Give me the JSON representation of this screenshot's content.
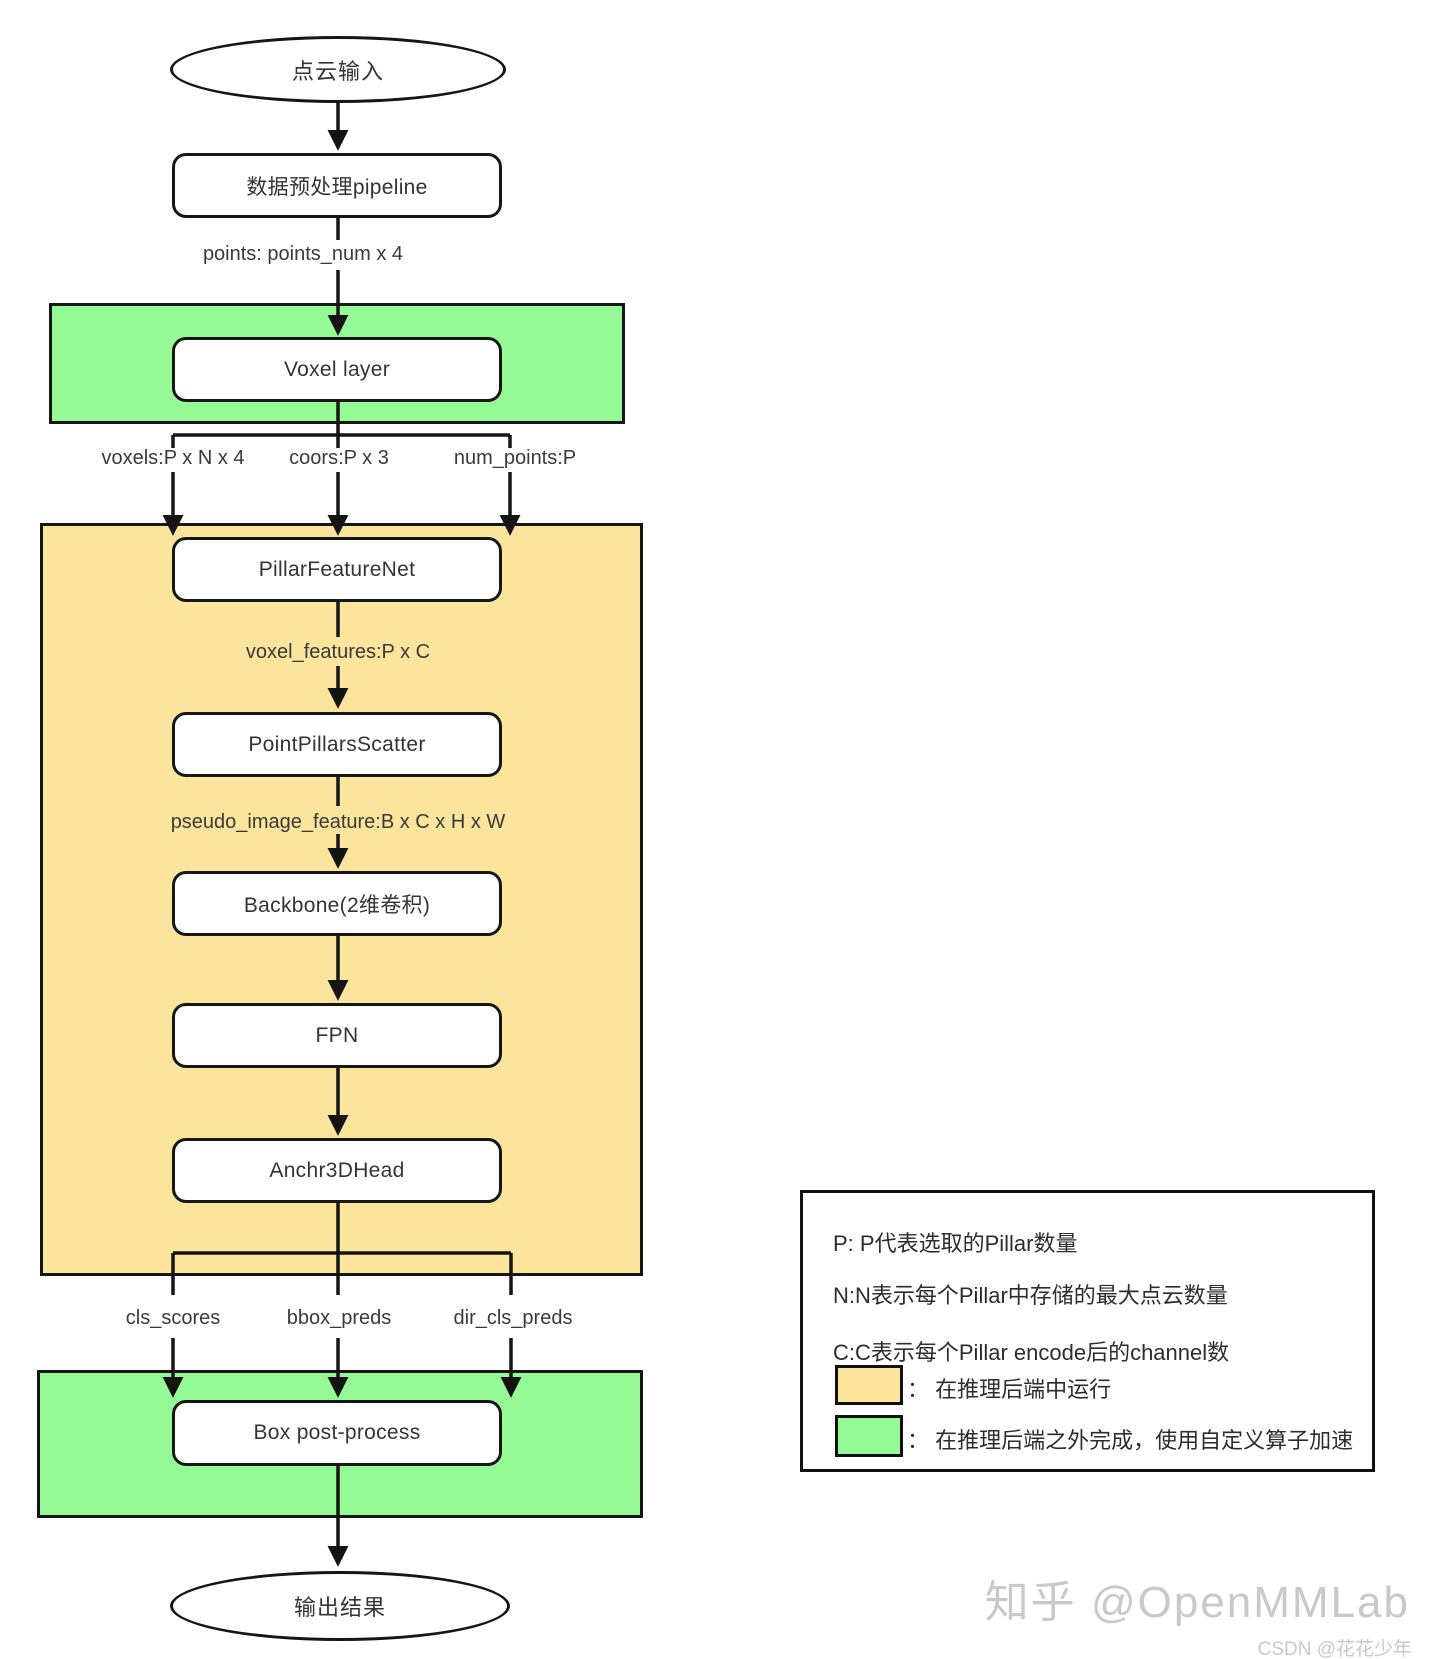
{
  "diagram": {
    "nodes": {
      "input_ellipse": "点云输入",
      "preprocess": "数据预处理pipeline",
      "voxel_layer": "Voxel layer",
      "pillar_feature_net": "PillarFeatureNet",
      "point_pillars_scatter": "PointPillarsScatter",
      "backbone": "Backbone(2维卷积)",
      "fpn": "FPN",
      "anchor3d_head": "Anchr3DHead",
      "box_post_process": "Box post-process",
      "output_ellipse": "输出结果"
    },
    "edge_labels": {
      "points": "points: points_num x 4",
      "voxels": "voxels:P x N x 4",
      "coors": "coors:P x 3",
      "num_points": "num_points:P",
      "voxel_features": "voxel_features:P x C",
      "pseudo_image": "pseudo_image_feature:B x C x H x W",
      "cls_scores": "cls_scores",
      "bbox_preds": "bbox_preds",
      "dir_cls_preds": "dir_cls_preds"
    },
    "legend": {
      "notes": [
        "P: P代表选取的Pillar数量",
        "N:N表示每个Pillar中存储的最大点云数量",
        "C:C表示每个Pillar encode后的channel数"
      ],
      "yellow_label": "：  在推理后端中运行",
      "green_label": "：  在推理后端之外完成，使用自定义算子加速"
    },
    "colors": {
      "inference_backend_region": "#FBE49B",
      "custom_op_region": "#95FA96"
    },
    "watermarks": {
      "zhihu": "知乎 @OpenMMLab",
      "csdn": "CSDN @花花少年"
    }
  }
}
